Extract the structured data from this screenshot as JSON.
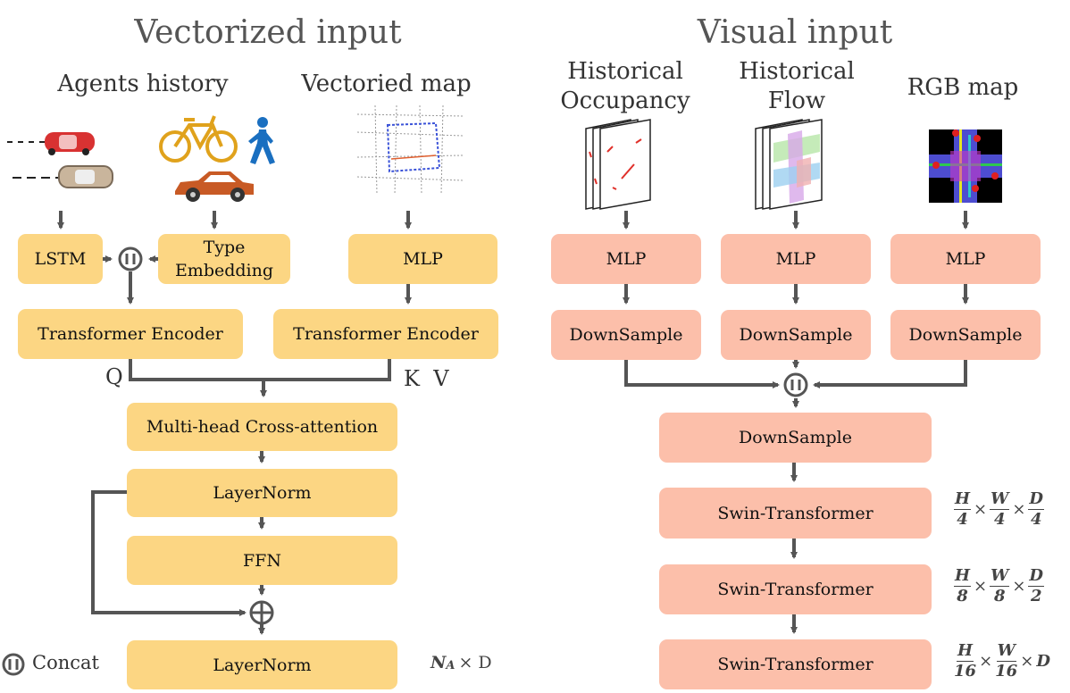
{
  "left": {
    "title": "Vectorized input",
    "agents_label": "Agents history",
    "map_label": "Vectoried map",
    "lstm": "LSTM",
    "type_embedding": "Type\nEmbedding",
    "mlp": "MLP",
    "encoder_left": "Transformer Encoder",
    "encoder_right": "Transformer Encoder",
    "q": "Q",
    "kv": "K  V",
    "cross_attention": "Multi-head Cross-attention",
    "layernorm1": "LayerNorm",
    "ffn": "FFN",
    "layernorm2": "LayerNorm",
    "output_dim": "N",
    "output_dim_sub": "A",
    "output_dim_tail": "× D"
  },
  "right": {
    "title": "Visual input",
    "occupancy_label": "Historical\nOccupancy",
    "flow_label": "Historical\nFlow",
    "rgb_label": "RGB map",
    "mlp1": "MLP",
    "mlp2": "MLP",
    "mlp3": "MLP",
    "down1": "DownSample",
    "down2": "DownSample",
    "down3": "DownSample",
    "down_merged": "DownSample",
    "swin1": "Swin-Transformer",
    "swin2": "Swin-Transformer",
    "swin3": "Swin-Transformer",
    "dims": [
      {
        "h": "H",
        "hd": "4",
        "w": "W",
        "wd": "4",
        "d": "D",
        "dd": "4"
      },
      {
        "h": "H",
        "hd": "8",
        "w": "W",
        "wd": "8",
        "d": "D",
        "dd": "2"
      },
      {
        "h": "H",
        "hd": "16",
        "w": "W",
        "wd": "16",
        "d": "D",
        "dd": ""
      }
    ]
  },
  "legend": {
    "concat": "Concat"
  },
  "colors": {
    "yellow_box": "#fcd683",
    "pink_box": "#fcbfaa",
    "arrow": "#555555"
  }
}
